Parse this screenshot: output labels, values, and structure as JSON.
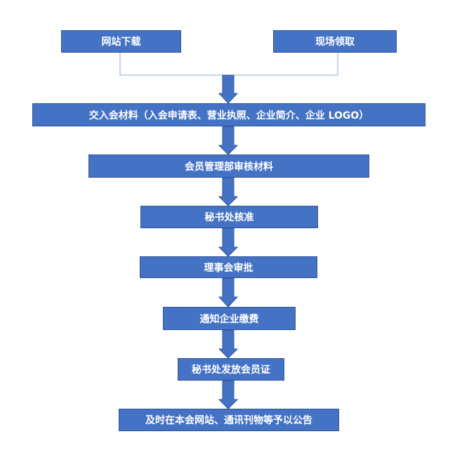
{
  "nodes": {
    "website_download": "网站下载",
    "onsite_pickup": "现场领取",
    "submit_materials": "交入会材料（入会申请表、营业执照、企业简介、企业 LOGO）",
    "membership_review": "会员管理部审核材料",
    "secretariat_approve": "秘书处核准",
    "council_approve": "理事会审批",
    "notify_payment": "通知企业缴费",
    "issue_certificate": "秘书处发放会员证",
    "announce": "及时在本会网站、通讯刊物等予以公告"
  },
  "colors": {
    "box_fill": "#4472c4",
    "box_border": "#2f5597",
    "box_text": "#ffffff",
    "connector_line": "#8eaadb"
  }
}
